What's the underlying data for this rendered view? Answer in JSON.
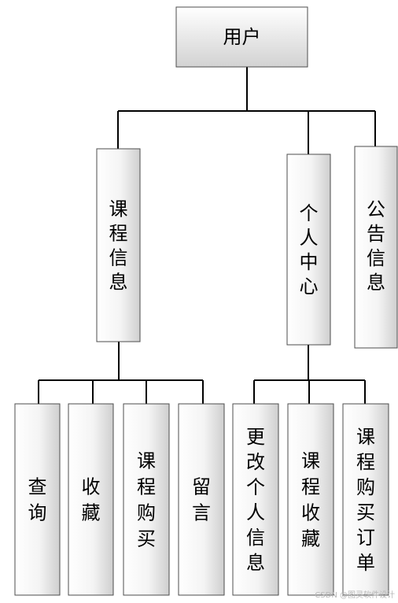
{
  "root": "用户",
  "level1": [
    {
      "text": "课程信息",
      "children": [
        "查询",
        "收藏",
        "课程购买",
        "留言"
      ]
    },
    {
      "text": "个人中心",
      "children": [
        "更改个人信息",
        "课程收藏",
        "课程购买订单"
      ]
    },
    {
      "text": "公告信息",
      "children": []
    }
  ],
  "watermark": "CSDN @图灵软件设计",
  "colors": {
    "line": "#000000",
    "box_border": "#4d4d4d",
    "box_light": "#ffffff",
    "box_dark": "#d4d4d4"
  }
}
